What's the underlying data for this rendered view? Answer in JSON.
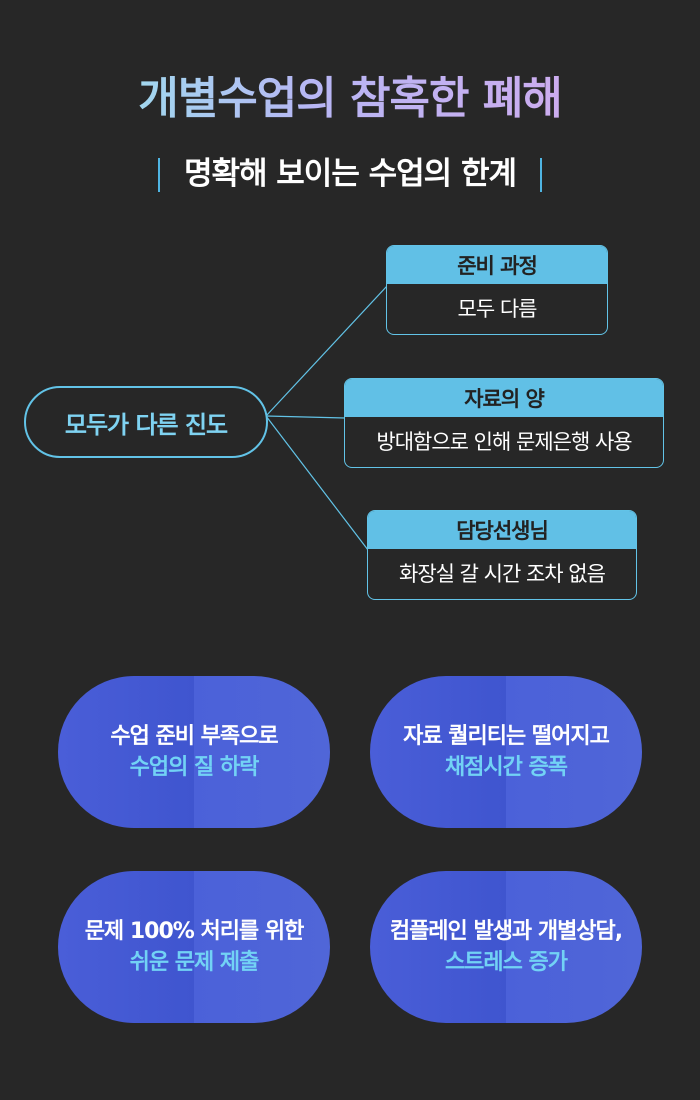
{
  "header": {
    "title": "개별수업의 참혹한 폐해",
    "subtitle": "명확해 보이는 수업의 한계"
  },
  "diagram": {
    "center": "모두가 다른 진도",
    "nodes": [
      {
        "head": "준비 과정",
        "body": "모두 다름"
      },
      {
        "head": "자료의 양",
        "body": "방대함으로 인해 문제은행 사용"
      },
      {
        "head": "담당선생님",
        "body": "화장실 갈 시간 조차 없음"
      }
    ]
  },
  "effects": [
    {
      "line1": "수업 준비 부족으로",
      "line2": "수업의 질 하락"
    },
    {
      "line1": "자료 퀄리티는 떨어지고",
      "line2": "채점시간 증폭"
    },
    {
      "line1": "문제 100% 처리를 위한",
      "line2": "쉬운 문제 제출"
    },
    {
      "line1": "컴플레인 발생과 개별상담,",
      "line2": "스트레스 증가"
    }
  ],
  "colors": {
    "background": "#272727",
    "accent": "#61c0e6",
    "bubble": "#4a5ed8",
    "highlight_text": "#72d2f5"
  }
}
